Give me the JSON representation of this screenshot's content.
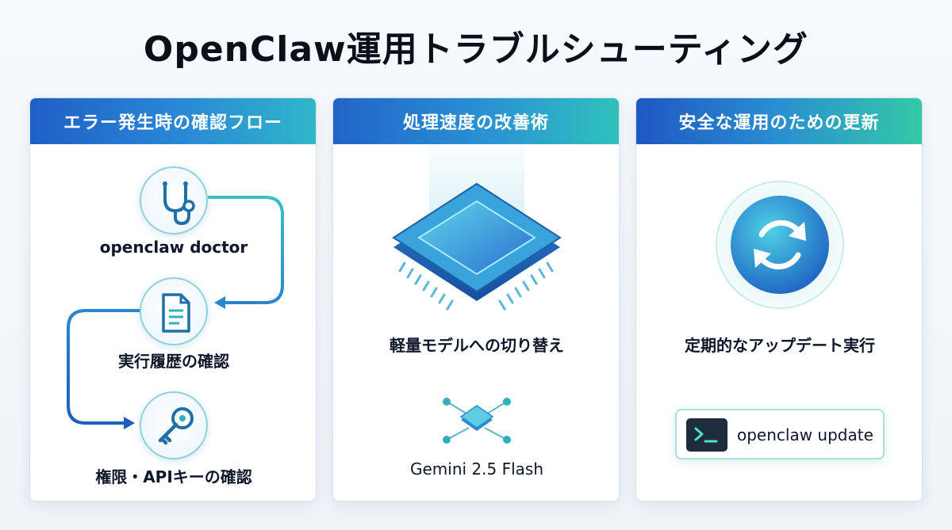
{
  "title": "OpenClaw運用トラブルシューティング",
  "cards": [
    {
      "header": "エラー発生時の確認フロー",
      "steps": [
        {
          "label": "openclaw doctor",
          "icon": "stethoscope-icon"
        },
        {
          "label": "実行履歴の確認",
          "icon": "document-icon"
        },
        {
          "label": "権限・APIキーの確認",
          "icon": "key-icon"
        }
      ],
      "accent": "#2bb3c0"
    },
    {
      "header": "処理速度の改善術",
      "main_label": "軽量モデルへの切り替え",
      "main_icon": "chip-icon",
      "model_label": "Gemini 2.5 Flash",
      "model_icon": "model-node-icon"
    },
    {
      "header": "安全な運用のための更新",
      "main_label": "定期的なアップデート実行",
      "main_icon": "refresh-icon",
      "command": "openclaw update",
      "command_icon": "terminal-icon"
    }
  ]
}
